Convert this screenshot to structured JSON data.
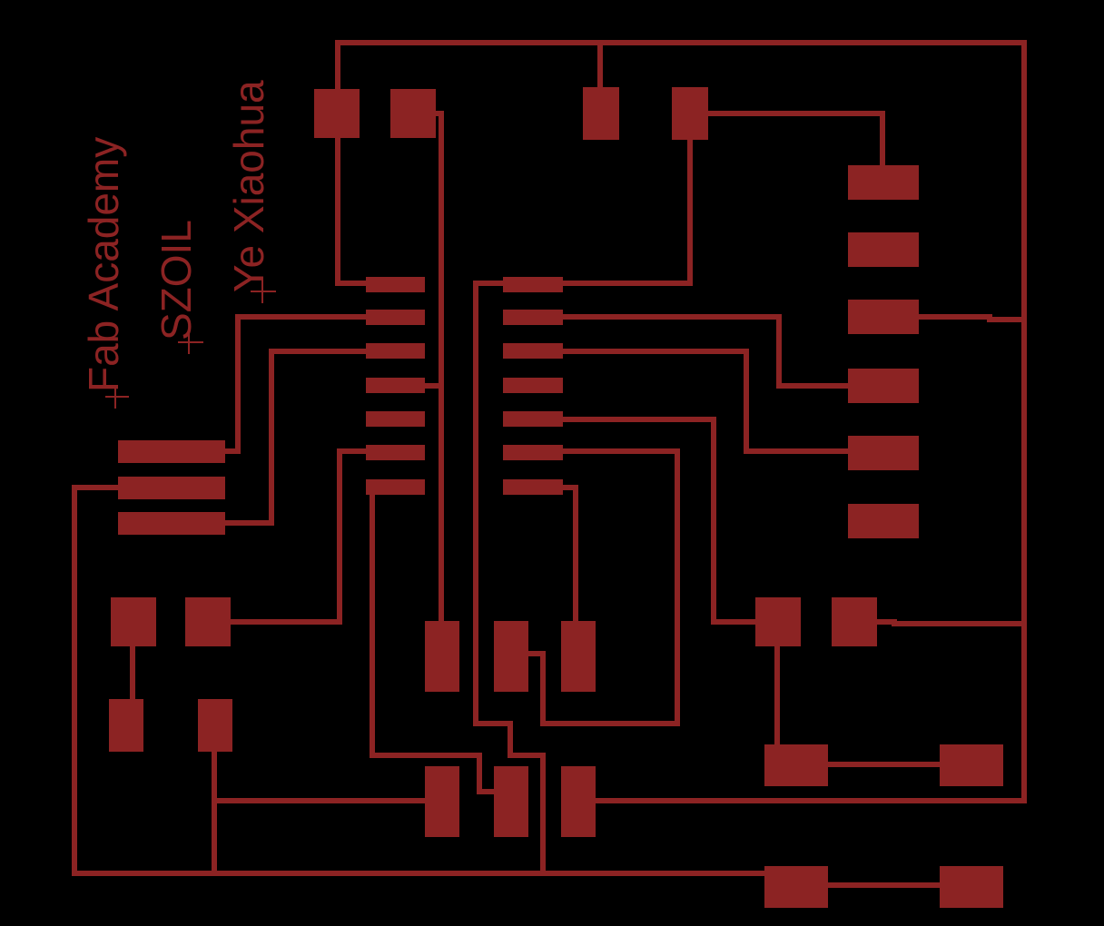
{
  "colors": {
    "background": "#000000",
    "copper": "#8c2323"
  },
  "labels": {
    "fab_academy": "Fab Academy",
    "lab_name": "SZOIL",
    "author": "Ye Xiaohua"
  },
  "components": [
    "microcontroller-ic",
    "isp-header-6pin",
    "ftdi-header",
    "resistors",
    "capacitors",
    "crystal",
    "led",
    "button"
  ]
}
